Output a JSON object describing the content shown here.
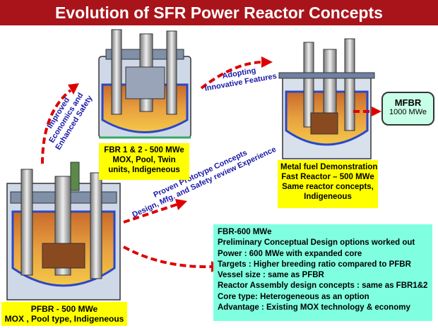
{
  "title": "Evolution of SFR Power Reactor Concepts",
  "pfbr": {
    "lines": [
      "PFBR - 500 MWe",
      "MOX , Pool type, Indigeneous"
    ]
  },
  "fbr12": {
    "lines": [
      "FBR 1 & 2 - 500 MWe",
      "MOX, Pool, Twin",
      "units, Indigeneous"
    ]
  },
  "metal": {
    "lines": [
      "Metal fuel  Demonstration",
      "Fast Reactor – 500 MWe",
      "Same reactor concepts,",
      "Indigeneous"
    ]
  },
  "mfbr": {
    "title": "MFBR",
    "subtitle": "1000 MWe"
  },
  "fbr600": {
    "lines": [
      "FBR-600  MWe",
      "Preliminary Conceptual Design options worked out",
      "Power  : 600 MWe with expanded core",
      "Targets : Higher breeding ratio compared to PFBR",
      "Vessel size : same as PFBR",
      "Reactor Assembly design concepts : same as FBR1&2",
      "Core type: Heterogeneous as an option",
      "Advantage : Existing MOX technology & economy"
    ]
  },
  "arrow_labels": {
    "improved": [
      "Improved",
      "Economics and",
      "Enhanced Safety"
    ],
    "adopting": [
      "Adopting",
      "Innovative Features"
    ],
    "proven": [
      "Proven Prototype Concepts",
      "Design, Mfg. and Safety review Experience"
    ]
  },
  "colors": {
    "banner": "#a8141a",
    "label_bg": "#ffff00",
    "fbr600_bg": "#7fffe0",
    "arrow": "#dd0000",
    "arrow_text": "#1a1aa8"
  }
}
